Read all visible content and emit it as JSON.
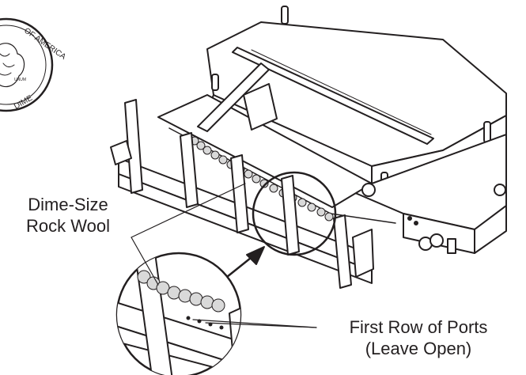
{
  "callouts": {
    "rock_wool": {
      "line1": "Dime-Size",
      "line2": "Rock Wool"
    },
    "ports": {
      "line1": "First Row of Ports",
      "line2": "(Leave Open)"
    }
  },
  "coin": {
    "edge_text": "OF AMERICA",
    "bottom_text": "DIME",
    "motto": "UNUM"
  },
  "colors": {
    "ink": "#231f20",
    "fill": "#d9d9d9",
    "paper": "#ffffff"
  }
}
